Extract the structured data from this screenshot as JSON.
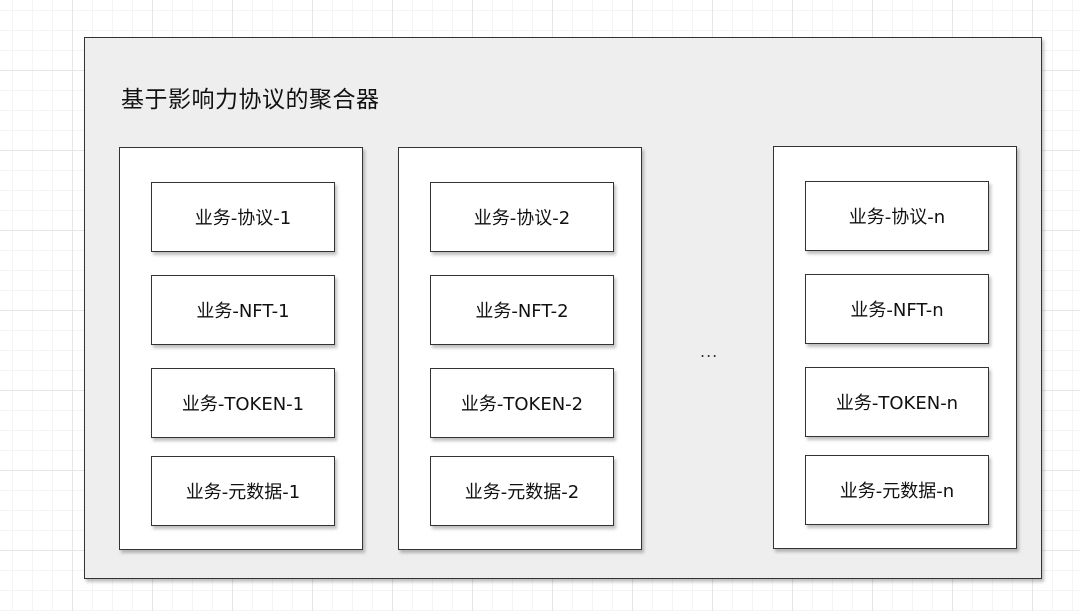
{
  "aggregator": {
    "title": "基于影响力协议的聚合器"
  },
  "columns": [
    {
      "items": [
        "业务-协议-1",
        "业务-NFT-1",
        "业务-TOKEN-1",
        "业务-元数据-1"
      ]
    },
    {
      "items": [
        "业务-协议-2",
        "业务-NFT-2",
        "业务-TOKEN-2",
        "业务-元数据-2"
      ]
    },
    {
      "items": [
        "业务-协议-n",
        "业务-NFT-n",
        "业务-TOKEN-n",
        "业务-元数据-n"
      ]
    }
  ],
  "ellipsis": "..."
}
